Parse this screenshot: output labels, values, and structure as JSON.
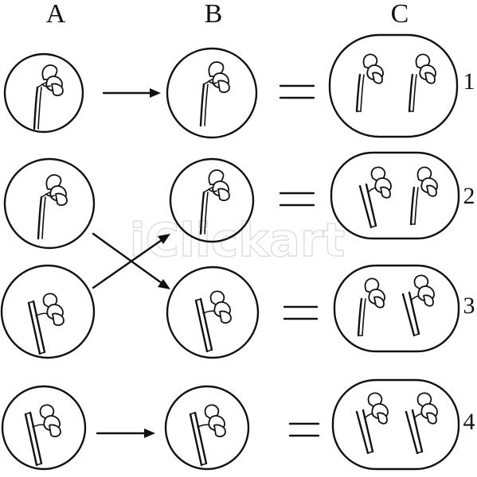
{
  "columns": {
    "a": "A",
    "b": "B",
    "c": "C"
  },
  "rows": {
    "r1": "1",
    "r2": "2",
    "r3": "3",
    "r4": "4"
  },
  "watermark": "iClickart",
  "colors": {
    "ink": "#111111",
    "background": "#ffffff",
    "watermark": "#cfcfcf"
  }
}
